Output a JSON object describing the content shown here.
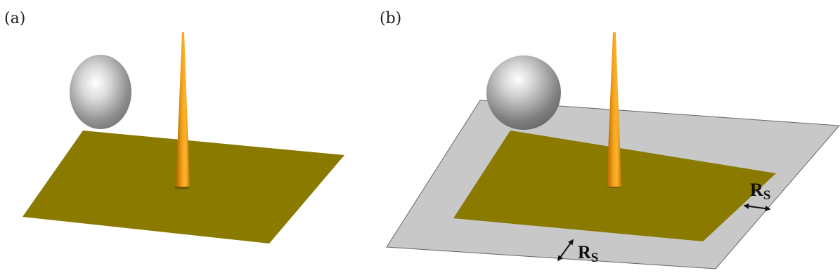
{
  "panels": [
    {
      "label": "(a)"
    },
    {
      "label": "(b)"
    }
  ],
  "annotations": {
    "rs_right": {
      "main": "R",
      "sub": "S"
    },
    "rs_bottom": {
      "main": "R",
      "sub": "S"
    }
  },
  "colors": {
    "substrate": "#8a7a00",
    "tip": "#f0960f",
    "sphere": "#b8b8b8",
    "padding": "#c8c8c8"
  }
}
